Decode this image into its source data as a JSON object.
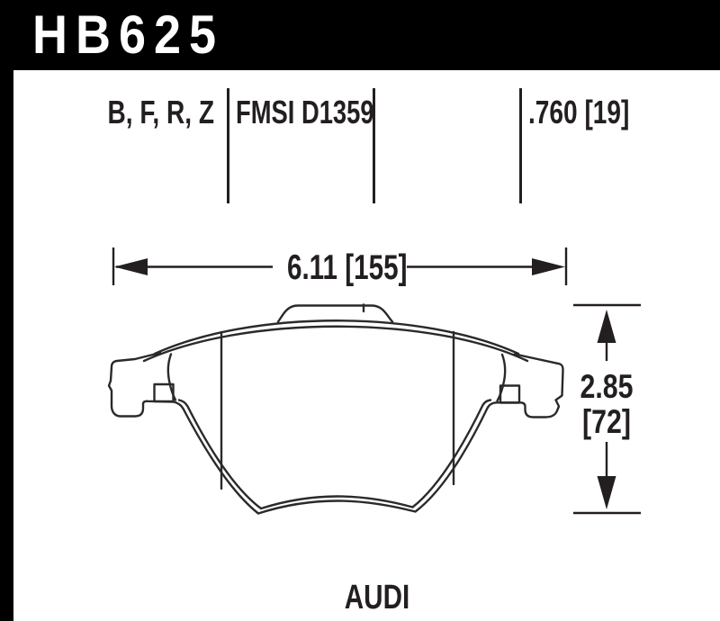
{
  "part": {
    "number": "HB625"
  },
  "spec_row": {
    "compounds": "B, F, R, Z",
    "fmsi": "FMSI D1359",
    "thickness": ".760 [19]"
  },
  "dimensions": {
    "width_label": "6.11 [155]",
    "height_in": "2.85",
    "height_mm": "[72]"
  },
  "vehicle": {
    "make": "AUDI"
  },
  "colors": {
    "bar_black": "#000000",
    "ink": "#231f20",
    "background": "#ffffff"
  }
}
